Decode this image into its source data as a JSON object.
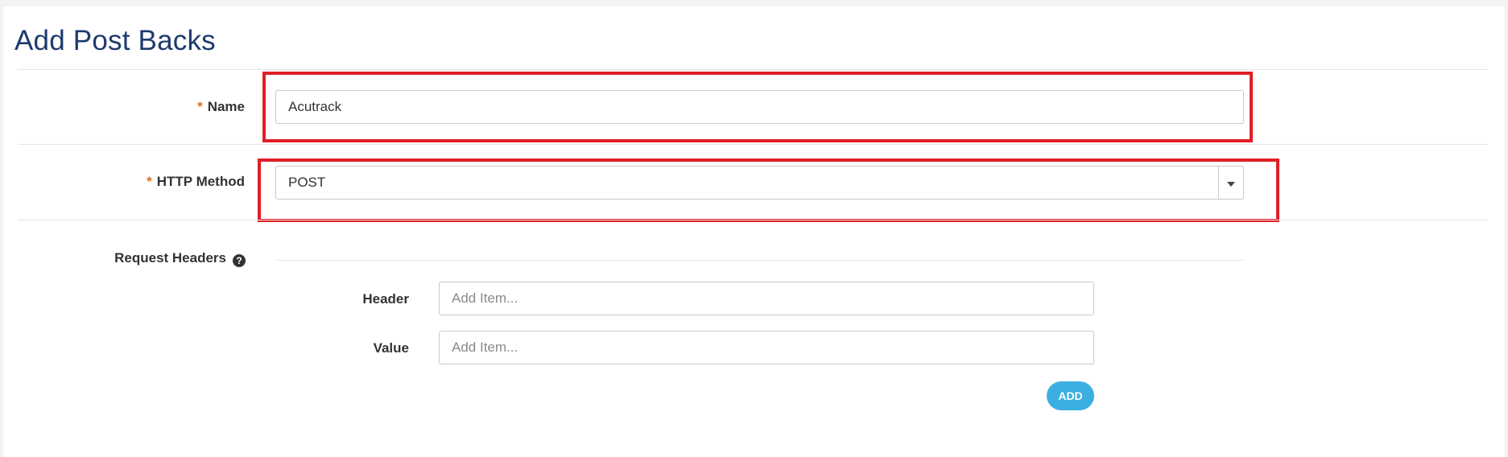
{
  "page": {
    "title": "Add Post Backs"
  },
  "form": {
    "required_marker": "*",
    "name": {
      "label": "Name",
      "value": "Acutrack"
    },
    "http_method": {
      "label": "HTTP Method",
      "selected": "POST"
    },
    "request_headers": {
      "label": "Request Headers",
      "help_icon": "question-circle-icon",
      "help_glyph": "?",
      "header": {
        "label": "Header",
        "placeholder": "Add Item..."
      },
      "value": {
        "label": "Value",
        "placeholder": "Add Item..."
      },
      "add_label": "ADD"
    }
  },
  "colors": {
    "title": "#1e3a6e",
    "required": "#e06c1f",
    "highlight": "#e01f26",
    "add_button": "#3bb0e0"
  }
}
